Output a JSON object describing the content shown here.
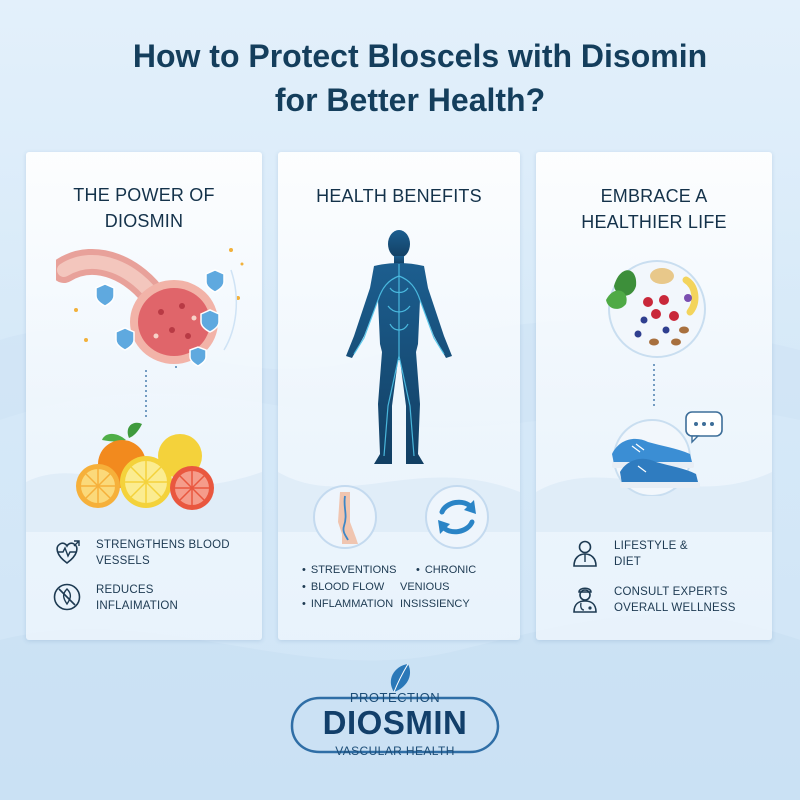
{
  "title": {
    "line1": "How to Protect Bloscels with Disomin",
    "line2": "for Better Health?"
  },
  "cards": [
    {
      "heading_line1": "THE POWER OF",
      "heading_line2": "DIOSMIN",
      "benefits": [
        {
          "icon": "heart-vessel-icon",
          "line1": "STRENGTHENS BLOOD",
          "line2": "VESSELS"
        },
        {
          "icon": "anti-inflammation-icon",
          "line1": "REDUCES",
          "line2": "INFLAIMATION"
        }
      ]
    },
    {
      "heading": "HEALTH BENEFITS",
      "left_bullets": [
        "STREVENTIONS",
        "BLOOD FLOW",
        "INFLAMMATION"
      ],
      "right_bullet": "CHRONIC",
      "right_line2": "VENIOUS INSISSIENCY"
    },
    {
      "heading_line1": "EMBRACE A",
      "heading_line2": "HEALTHIER LIFE",
      "items": [
        {
          "icon": "person-icon",
          "line1": "LIFESTYLE &",
          "line2": "DIET"
        },
        {
          "icon": "doctor-icon",
          "line1": "CONSULT EXPERTS",
          "line2": "OVERALL WELLNESS"
        }
      ]
    }
  ],
  "logo": {
    "top": "PROTECTION",
    "brand": "DIOSMIN",
    "bottom": "VASCULAR HEALTH"
  },
  "colors": {
    "title": "#143e5c",
    "accent_blue": "#2a84c6",
    "body_figure": "#1f5f8f",
    "vessel_red": "#e0656a"
  }
}
